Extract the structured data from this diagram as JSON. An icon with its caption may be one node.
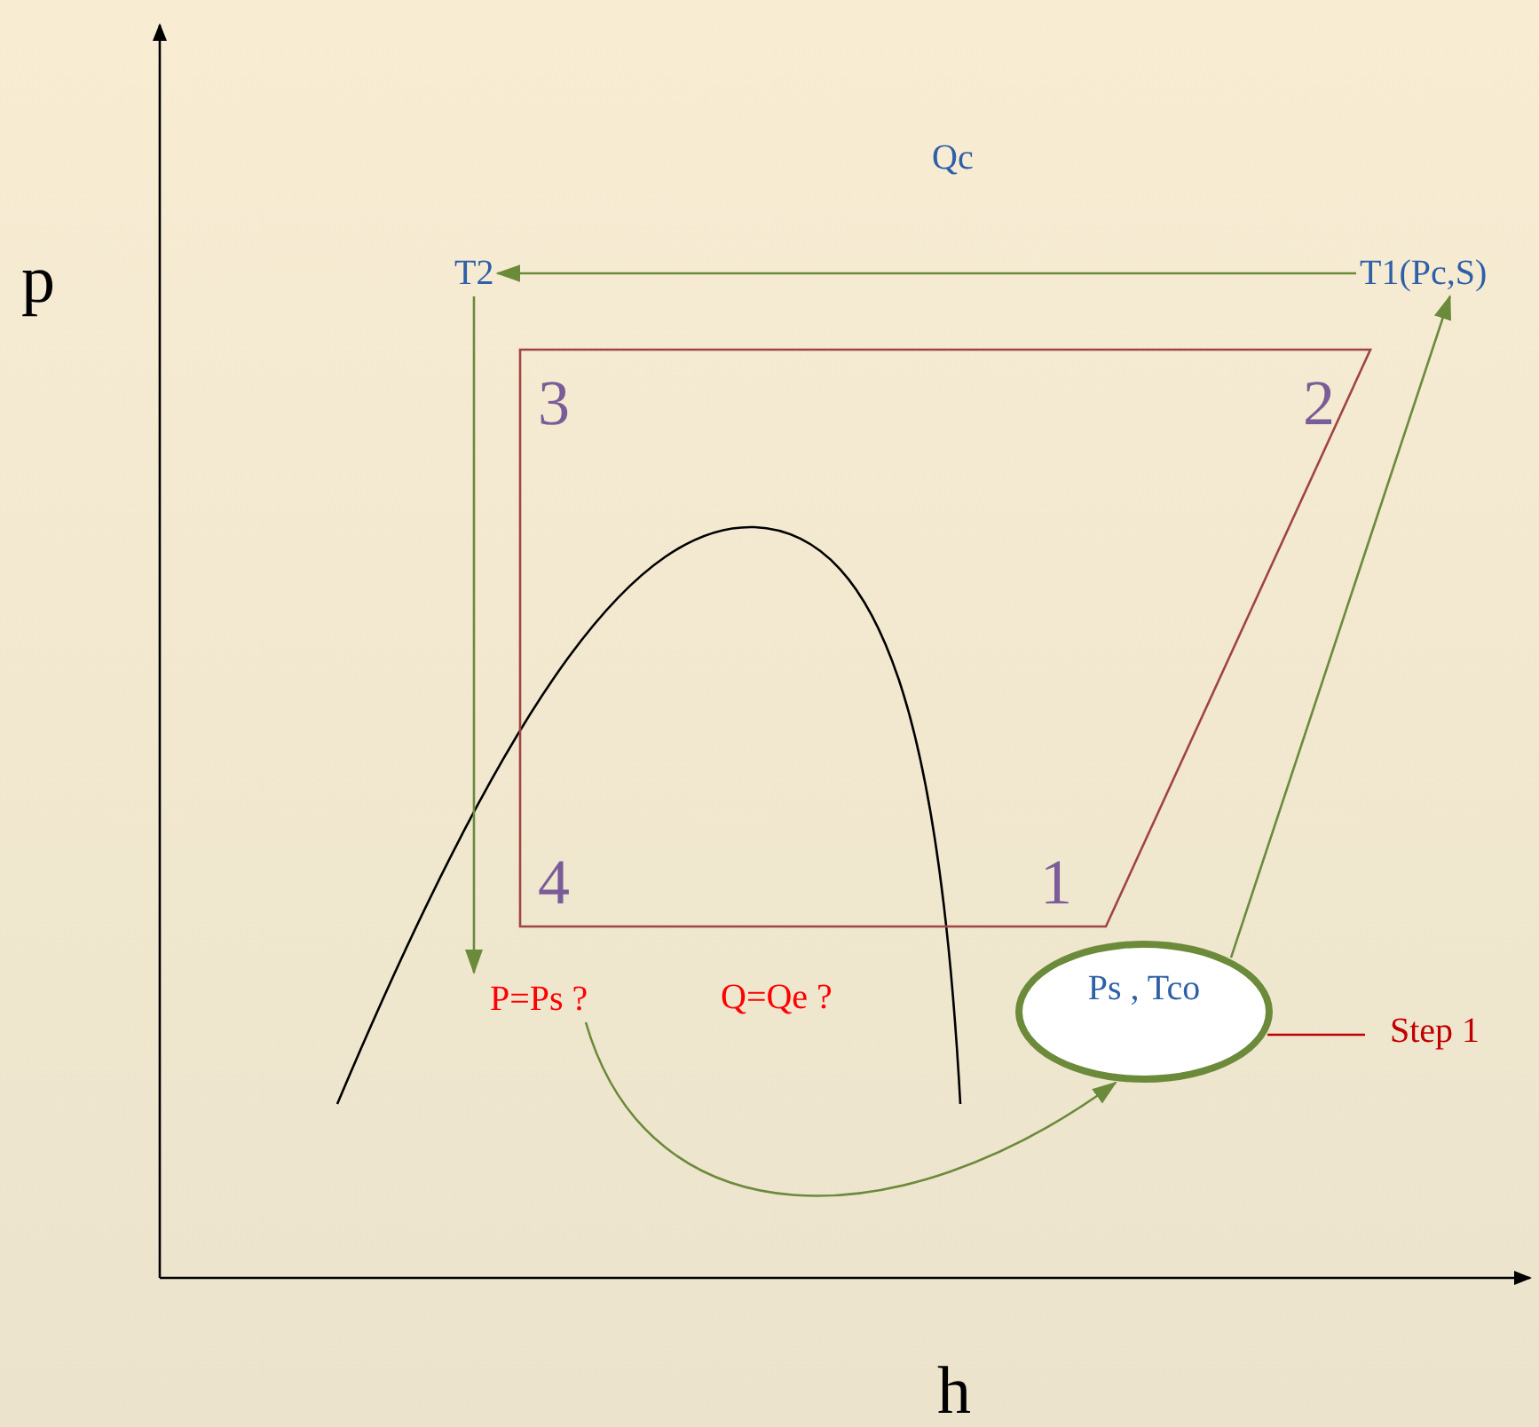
{
  "diagram": {
    "nodes": [
      {
        "text": [
          "T2"
        ]
      },
      {
        "text": [
          "T1(Pc,S)"
        ]
      },
      {
        "text": [
          "P=Ps ?"
        ]
      },
      {
        "text": [
          "Ps , Tco"
        ]
      },
      {
        "text": [
          "Step 1"
        ]
      }
    ],
    "edges": [
      {
        "from": 1,
        "to": 0,
        "arrow": "to"
      },
      {
        "from": 0,
        "to": 2,
        "arrow": "to"
      },
      {
        "from": 3,
        "to": 1,
        "arrow": "to"
      },
      {
        "from": 2,
        "to": 3,
        "arrow": "to"
      },
      {
        "from": 4,
        "to": 3,
        "arrow": "none",
        "color": "#c00000"
      }
    ],
    "labels": [
      "p",
      "h",
      "Qc",
      "3",
      "2",
      "4",
      "1",
      "Q=Qe ?"
    ]
  }
}
